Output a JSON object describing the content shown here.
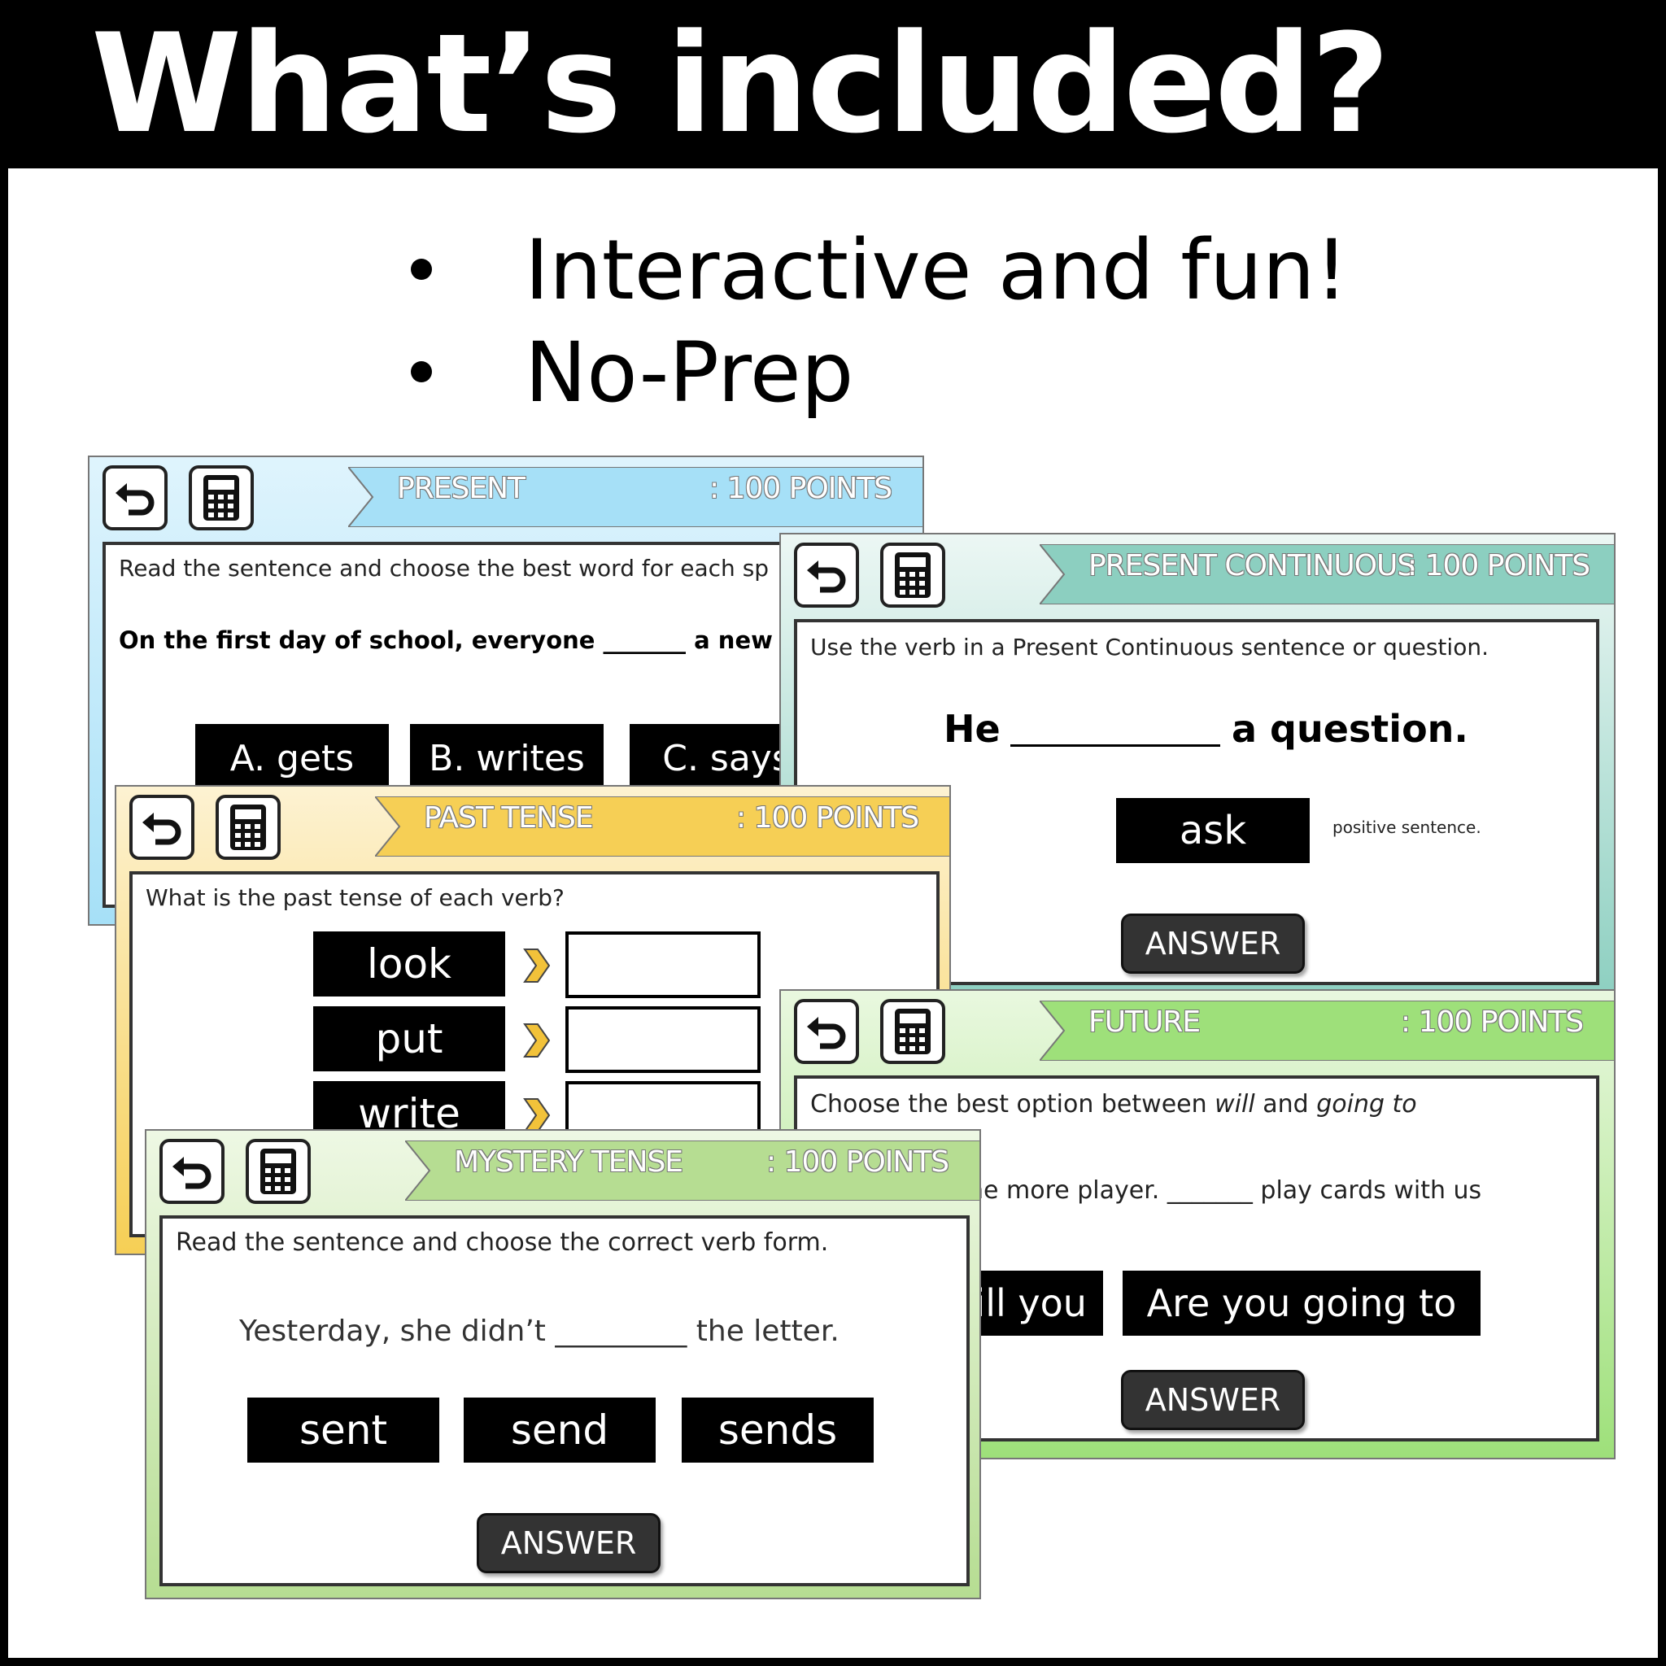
{
  "title": "What’s included?",
  "bullets": [
    "Interactive and fun!",
    "No-Prep"
  ],
  "slides": {
    "present": {
      "category": "PRESENT",
      "points": ": 100 POINTS",
      "instruction": "Read the sentence and choose the best word for each sp",
      "sentence": "On the first day of school, everyone _______ a new bo",
      "options": [
        "A. gets",
        "B. writes",
        "C. says"
      ],
      "color": "#a6e0f7"
    },
    "present_continuous": {
      "category": "PRESENT CONTINUOUS",
      "points": ": 100 POINTS",
      "instruction": "Use the verb in a Present Continuous sentence or question.",
      "sentence_start": "He",
      "sentence_end": "a question.",
      "verb": "ask",
      "note": "positive sentence.",
      "answer": "ANSWER",
      "color": "#8ccfc0"
    },
    "past": {
      "category": "PAST TENSE",
      "points": ": 100 POINTS",
      "instruction": "What is the past tense of each verb?",
      "verbs": [
        "look",
        "put",
        "write"
      ],
      "color": "#f6cf55"
    },
    "future": {
      "category": "FUTURE",
      "points": ": 100 POINTS",
      "instruction_pre": "Choose the best option between ",
      "instruction_will": "will",
      "instruction_mid": " and ",
      "instruction_going": "going to",
      "sentence": "ne more player. _______ play cards with us",
      "options": [
        "Vill you",
        "Are you going to"
      ],
      "answer": "ANSWER",
      "color": "#9ee07a"
    },
    "mystery": {
      "category": "MYSTERY TENSE",
      "points": ": 100 POINTS",
      "instruction": "Read the sentence and choose the correct verb form.",
      "sentence": "Yesterday, she didn’t _________ the letter.",
      "options": [
        "sent",
        "send",
        "sends"
      ],
      "answer": "ANSWER",
      "color": "#b6dd92"
    }
  },
  "icons": [
    "undo-arrow-icon",
    "calculator-icon"
  ]
}
